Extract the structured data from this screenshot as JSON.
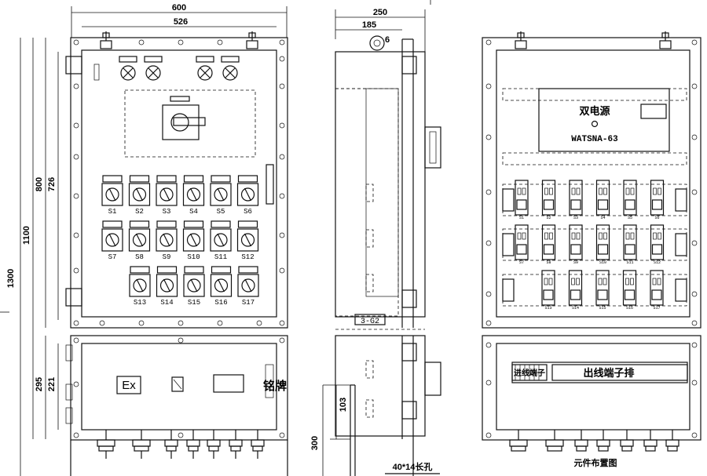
{
  "front": {
    "dims": {
      "width_total": "600",
      "width_inner": "526",
      "h_1300": "1300",
      "h_1100": "1100",
      "h_800": "800",
      "h_726": "726",
      "h_295": "295",
      "h_221": "221"
    },
    "switches_row1": [
      "S1",
      "S2",
      "S3",
      "S4",
      "S5",
      "S6"
    ],
    "switches_row2": [
      "S7",
      "S8",
      "S9",
      "S10",
      "S11",
      "S12"
    ],
    "switches_row3": [
      "S13",
      "S14",
      "S15",
      "S16",
      "S17"
    ],
    "ex_label": "Ex",
    "nameplate": "铭牌"
  },
  "side": {
    "dims": {
      "d_250": "250",
      "d_185": "185",
      "d_103": "103",
      "d_300": "300"
    },
    "marker": "6",
    "tag": "3-G2",
    "slot_note": "40*14长孔"
  },
  "layout": {
    "dual_power_title": "双电源",
    "dual_power_model": "WATSNA-63",
    "terminal_in": "进线端子",
    "terminal_out": "出线端子排",
    "breakers_row1": [
      "S1",
      "S2",
      "S3",
      "S4",
      "S5",
      "S6"
    ],
    "breakers_row2": [
      "S7",
      "S8",
      "S9",
      "S10",
      "S11",
      "S12"
    ],
    "breakers_row3": [
      "S13",
      "S14",
      "S15",
      "S16",
      "S17"
    ],
    "caption": "元件布置图"
  }
}
